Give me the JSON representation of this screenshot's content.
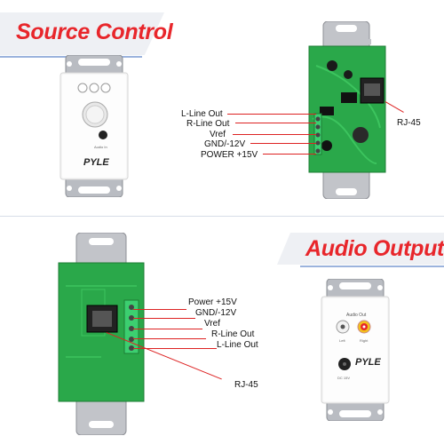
{
  "banners": {
    "source_control": "Source Control",
    "audio_output": "Audio Output"
  },
  "source_panel": {
    "brand": "PYLE",
    "caption": "Audio In"
  },
  "top_board": {
    "labels": [
      "L-Line Out",
      "R-Line Out",
      "Vref",
      "GND/-12V",
      "POWER +15V"
    ],
    "rj45": "RJ-45"
  },
  "bottom_board": {
    "labels": [
      "Power +15V",
      "GND/-12V",
      "Vref",
      "R-Line Out",
      "L-Line Out"
    ],
    "rj45": "RJ-45"
  },
  "output_panel": {
    "title": "Audio Out",
    "left": "Left",
    "right": "Right",
    "brand": "PYLE",
    "dc": "DC 15V"
  },
  "colors": {
    "accent_red": "#e8262b",
    "banner_bg": "#eef0f4",
    "pcb_green": "#2aa84a",
    "divider": "#9bb3dd"
  }
}
